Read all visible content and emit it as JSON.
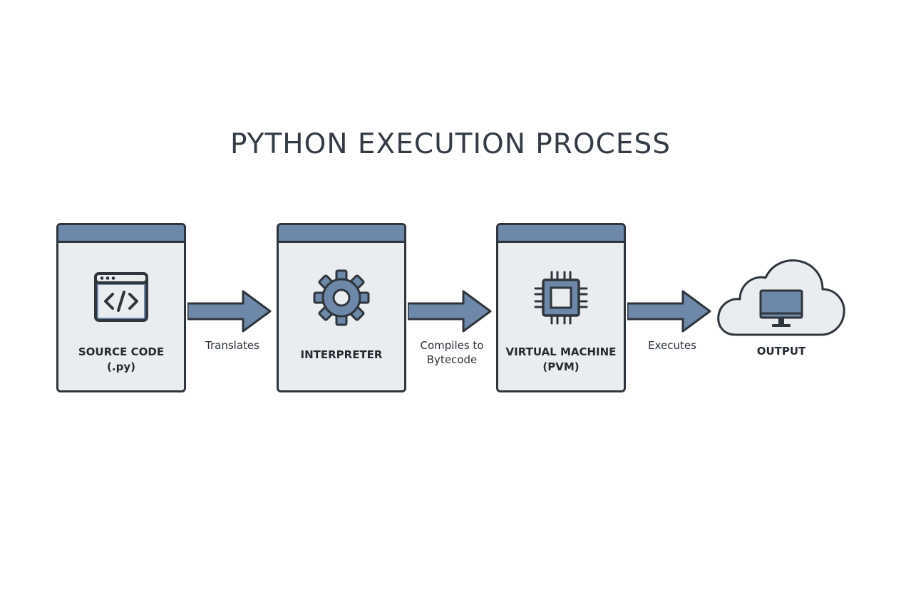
{
  "diagram": {
    "title": "PYTHON EXECUTION PROCESS",
    "colors": {
      "header_bar": "#6d88a8",
      "box_fill": "#eaedf0",
      "outline": "#2f353d",
      "arrow_fill": "#6d88a8",
      "icon_fill": "#6d88a8"
    },
    "steps": [
      {
        "line1": "SOURCE CODE",
        "line2": "(.py)",
        "icon": "code-window-icon"
      },
      {
        "line1": "INTERPRETER",
        "line2": "",
        "icon": "gear-icon"
      },
      {
        "line1": "VIRTUAL MACHINE",
        "line2": "(PVM)",
        "icon": "cpu-chip-icon"
      }
    ],
    "arrows": [
      {
        "line1": "Translates",
        "line2": ""
      },
      {
        "line1": "Compiles to",
        "line2": "Bytecode"
      },
      {
        "line1": "Executes",
        "line2": ""
      }
    ],
    "output": {
      "label": "OUTPUT",
      "icon": "cloud-monitor-icon"
    }
  }
}
